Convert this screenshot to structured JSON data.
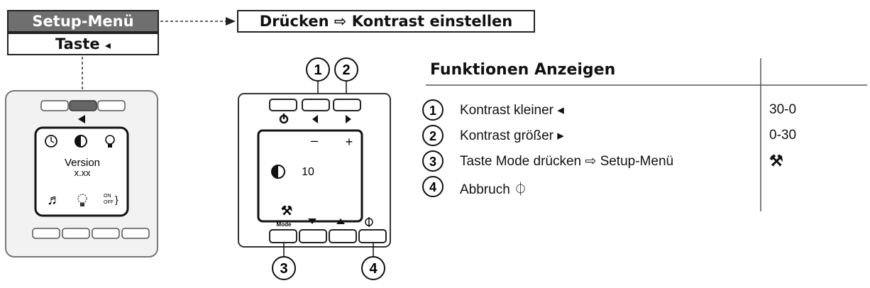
{
  "menu": {
    "title": "Setup-Menü",
    "key_label": "Taste",
    "arrow": "◂"
  },
  "action": {
    "label": "Drücken ⇨ Kontrast einstellen"
  },
  "device_left": {
    "arrow": "◀",
    "version_label": "Version",
    "version_value": "x.xx",
    "onoff": "ON OFF"
  },
  "device_right": {
    "callouts": [
      "1",
      "2",
      "3",
      "4"
    ],
    "minus": "–",
    "plus": "+",
    "contrast_value": "10",
    "mode_label": "Mode"
  },
  "table": {
    "header": "Funktionen Anzeigen",
    "rows": [
      {
        "num": "1",
        "text": "Kontrast kleiner ◂",
        "value": "30-0"
      },
      {
        "num": "2",
        "text": "Kontrast größer ▸",
        "value": "0-30"
      },
      {
        "num": "3",
        "text": "Taste Mode drücken  ⇨ Setup-Menü",
        "value": ""
      },
      {
        "num": "4",
        "text": "Abbruch ⏀",
        "value": ""
      }
    ]
  }
}
